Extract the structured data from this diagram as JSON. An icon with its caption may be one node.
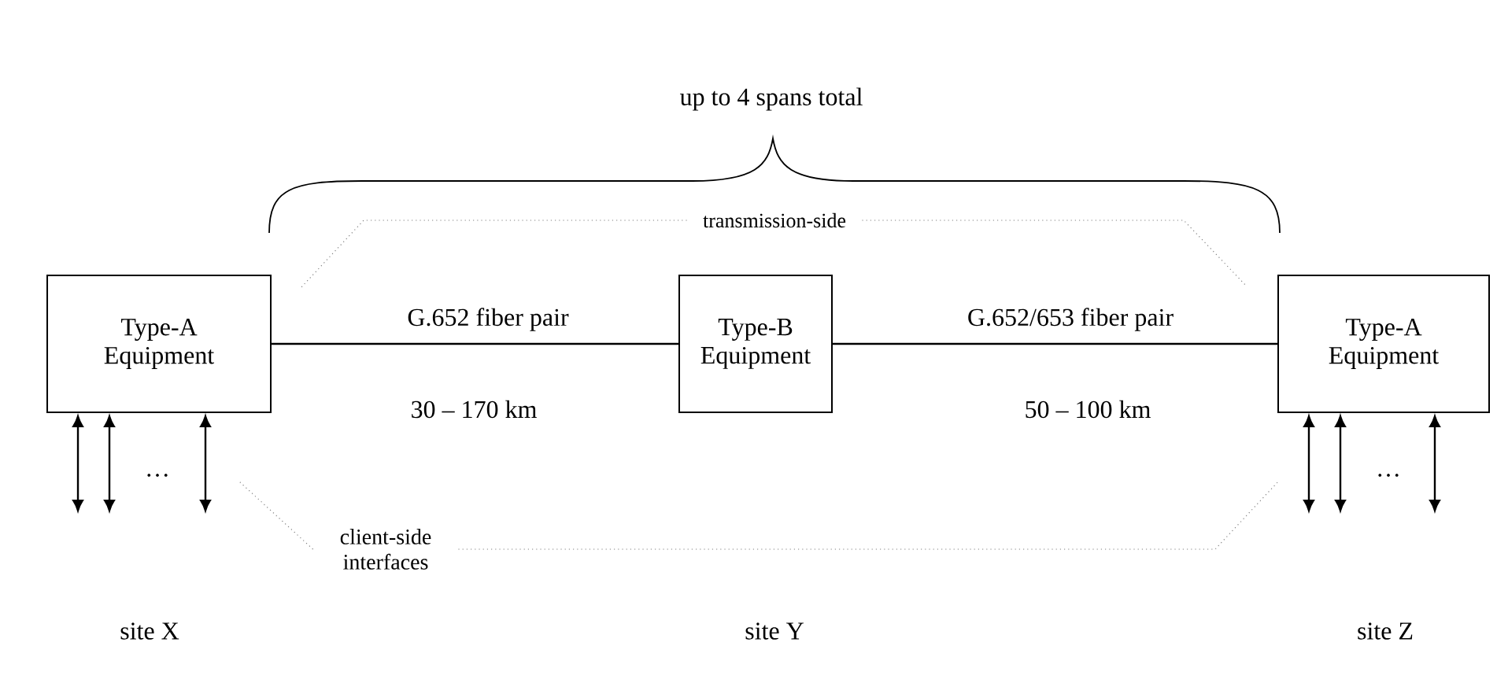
{
  "diagram": {
    "nodes": [
      {
        "text": [
          "Type-A Equipment"
        ]
      },
      {
        "text": [
          "Type-B Equipment"
        ]
      },
      {
        "text": [
          "Type-A Equipment"
        ]
      },
      {
        "text": [
          "transmission-side"
        ]
      },
      {
        "text": [
          "client-side interfaces"
        ]
      }
    ],
    "edges": [
      {
        "from": 0,
        "to": 1,
        "arrow": "none",
        "label": "G.652 fiber pair"
      },
      {
        "from": 1,
        "to": 2,
        "arrow": "none",
        "label": "G.652/653 fiber pair"
      },
      {
        "from": 3,
        "to": null,
        "arrow": "none",
        "style": "dashed",
        "color": "#808080"
      },
      {
        "from": 3,
        "to": null,
        "arrow": "none",
        "style": "dashed",
        "color": "#808080"
      },
      {
        "from": 4,
        "to": null,
        "arrow": "none",
        "style": "dashed",
        "color": "#808080"
      },
      {
        "from": 4,
        "to": null,
        "arrow": "none",
        "style": "dashed",
        "color": "#808080"
      },
      {
        "from": 0,
        "to": null,
        "arrow": "both"
      },
      {
        "from": 0,
        "to": null,
        "arrow": "both"
      },
      {
        "from": 0,
        "to": null,
        "arrow": "both"
      },
      {
        "from": 2,
        "to": null,
        "arrow": "both"
      },
      {
        "from": 2,
        "to": null,
        "arrow": "both"
      },
      {
        "from": 2,
        "to": null,
        "arrow": "both"
      }
    ],
    "labels": [
      "up to 4 spans total",
      "30 – 170 km",
      "50 – 100 km",
      "…",
      "…",
      "site X",
      "site Y",
      "site Z"
    ]
  }
}
